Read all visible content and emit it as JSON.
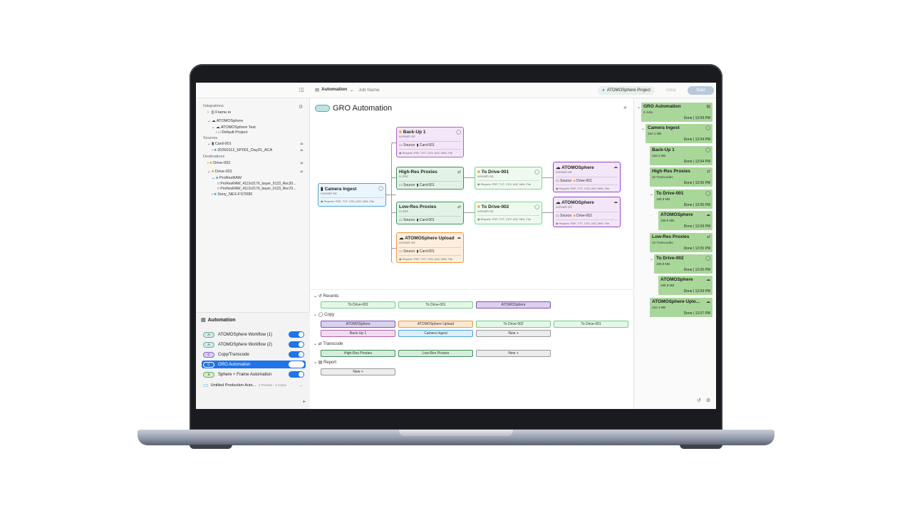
{
  "toolbar": {
    "automation_label": "Automation",
    "job_placeholder": "Job Name",
    "project_label": "ATOMOSphere Project",
    "clear_label": "Clear",
    "start_label": "Start"
  },
  "sidebar": {
    "tree": [
      {
        "label": "Integrations",
        "kind": "section"
      },
      {
        "label": "Frame.io",
        "kind": "item"
      },
      {
        "label": "ATOMOSphere",
        "kind": "item"
      },
      {
        "label": "ATOMOSphere Test",
        "kind": "sub"
      },
      {
        "label": "Default Project",
        "kind": "subsub"
      },
      {
        "label": "Sources",
        "kind": "section"
      },
      {
        "label": "Card-001",
        "kind": "item"
      },
      {
        "label": "20260112_EP001_Day01_ACA",
        "kind": "sub"
      },
      {
        "label": "Destinations",
        "kind": "section"
      },
      {
        "label": "Drive-002",
        "kind": "item"
      },
      {
        "label": "Drive-001",
        "kind": "item"
      },
      {
        "label": "ProResRAW",
        "kind": "sub"
      },
      {
        "label": "ProResRAW_4112x2176_bayer_0123_Rec20...",
        "kind": "subsub"
      },
      {
        "label": "ProResRAW_4112x2176_bayer_0123_Rec70...",
        "kind": "subsub"
      },
      {
        "label": "Sony_NEX-FS700R",
        "kind": "sub"
      }
    ],
    "automation_title": "Automation",
    "automations": [
      {
        "badge": "A",
        "label": "ATOMOSphere Workflow (1)",
        "on": true
      },
      {
        "badge": "A",
        "label": "ATOMOSphere Workflow (2)",
        "on": true
      },
      {
        "badge": "C",
        "label": "Copy/Transcode",
        "on": true
      },
      {
        "badge": "G",
        "label": "GRO Automation",
        "on": true
      },
      {
        "badge": "S",
        "label": "Sphere + Frame Automation",
        "on": true
      }
    ],
    "folder_label": "Untitled Production Auto...",
    "folder_meta": "4 Presets - 4 Active",
    "add_label": "+"
  },
  "main": {
    "title": "GRO Automation",
    "nodes": {
      "camera": {
        "title": "Camera Ingest",
        "sub": "xxHash 64",
        "rep": "Reports: PDF, TXT, CSV, ASC MHL File"
      },
      "backup": {
        "title": "Back-Up 1",
        "sub": "xxHash 64",
        "src": "Source:",
        "src_name": "Card-001",
        "rep": "Reports: PDF, TXT, CSV, ASC MHL File"
      },
      "hires": {
        "title": "High-Res Proxies",
        "sub": "H.264",
        "src": "Source:",
        "src_name": "Card-001"
      },
      "lowres": {
        "title": "Low-Res Proxies",
        "sub": "H.264",
        "src": "Source:",
        "src_name": "Card-001"
      },
      "atomupload": {
        "title": "ATOMOSphere Upload",
        "sub": "xxHash 64",
        "src": "Source:",
        "src_name": "Card-001",
        "rep": "Reports: PDF, TXT, CSV, ASC MHL File"
      },
      "todrive1": {
        "title": "To Drive-001",
        "sub": "xxHash 64",
        "rep": "Reports: PDF, TXT, CSV, ASC MHL File"
      },
      "todrive2": {
        "title": "To Drive-002",
        "sub": "xxHash 64",
        "rep": "Reports: PDF, TXT, CSV, ASC MHL File"
      },
      "atom1": {
        "title": "ATOMOSphere",
        "sub": "xxHash 64",
        "src": "Source:",
        "src_name": "Drive-001",
        "rep": "Reports: PDF, TXT, CSV, ASC MHL File"
      },
      "atom2": {
        "title": "ATOMOSphere",
        "sub": "xxHash 64",
        "src": "Source:",
        "src_name": "Drive-002",
        "rep": "Reports: PDF, TXT, CSV, ASC MHL File"
      }
    },
    "presets": {
      "recents_label": "Recents",
      "recents": [
        "To Drive-002",
        "To Drive-001",
        "ATOMOSphere"
      ],
      "copy_label": "Copy",
      "copy": [
        "ATOMOSphere",
        "ATOMOSphere Upload",
        "To Drive-002",
        "To Drive-001",
        "Back-Up 1",
        "Camera Ingest",
        "New +"
      ],
      "transcode_label": "Transcode",
      "transcode": [
        "High-Res Proxies",
        "Low-Res Proxies",
        "New +"
      ],
      "report_label": "Report",
      "report": [
        "New +"
      ]
    }
  },
  "right": {
    "cards": [
      {
        "title": "GRO Automation",
        "sub": "9 Jobs",
        "done": "Done | 12:09 PM"
      },
      {
        "title": "Camera Ingest",
        "sub": "162.4 MB",
        "done": "Done | 12:04 PM"
      },
      {
        "title": "Back-Up 1",
        "sub": "162.4 MB",
        "done": "Done | 12:04 PM"
      },
      {
        "title": "High-Res Proxies",
        "sub": "10 Transcodes",
        "done": "Done | 12:05 PM"
      },
      {
        "title": "To Drive-001",
        "sub": "199.9 MB",
        "done": "Done | 12:05 PM"
      },
      {
        "title": "ATOMOSphere",
        "sub": "199.9 MB",
        "done": "Done | 12:09 PM"
      },
      {
        "title": "Low-Res Proxies",
        "sub": "10 Transcodes",
        "done": "Done | 12:05 PM"
      },
      {
        "title": "To Drive-002",
        "sub": "199.9 MB",
        "done": "Done | 12:05 PM"
      },
      {
        "title": "ATOMOSphere",
        "sub": "199.9 MB",
        "done": "Done | 12:09 PM"
      },
      {
        "title": "ATOMOSphere Uplo...",
        "sub": "162.4 MB",
        "done": "Done | 12:07 PM"
      }
    ]
  },
  "colors": {
    "accent": "#1e74e8",
    "copy_green": "#6fcf8a",
    "transcode_green": "#4c9a6a",
    "purple": "#9b59d0",
    "orange": "#f0a050",
    "blue_node": "#4aa3e0",
    "done_green": "#a9d79a"
  }
}
